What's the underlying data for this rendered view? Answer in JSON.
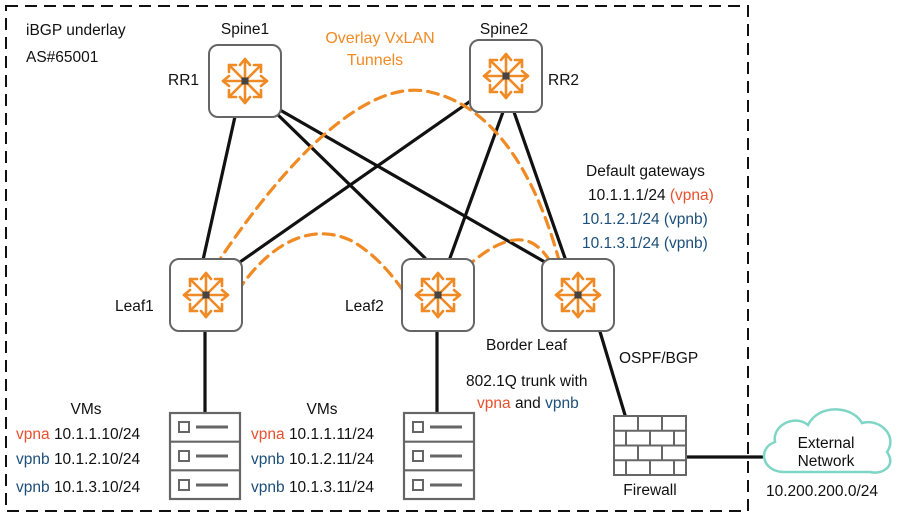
{
  "underlay": {
    "line1": "iBGP underlay",
    "line2": "AS#65001"
  },
  "overlay_label": {
    "line1": "Overlay VxLAN",
    "line2": "Tunnels"
  },
  "spine1": {
    "name": "Spine1",
    "role": "RR1"
  },
  "spine2": {
    "name": "Spine2",
    "role": "RR2"
  },
  "leaf1": {
    "name": "Leaf1"
  },
  "leaf2": {
    "name": "Leaf2"
  },
  "border_leaf": {
    "name": "Border Leaf"
  },
  "gateways": {
    "title": "Default gateways",
    "items": [
      {
        "ip": "10.1.1.1/24",
        "vpn": "(vpna)"
      },
      {
        "ip": "10.1.2.1/24",
        "vpn": "(vpnb)"
      },
      {
        "ip": "10.1.3.1/24",
        "vpn": "(vpnb)"
      }
    ]
  },
  "ospf_label": "OSPF/BGP",
  "trunk": {
    "line1": "802.1Q trunk with",
    "vpna": "vpna",
    "and": "and",
    "vpnb": "vpnb"
  },
  "vms_left": {
    "title": "VMs",
    "rows": [
      {
        "vpn": "vpna",
        "ip": "10.1.1.10/24"
      },
      {
        "vpn": "vpnb",
        "ip": "10.1.2.10/24"
      },
      {
        "vpn": "vpnb",
        "ip": "10.1.3.10/24"
      }
    ]
  },
  "vms_mid": {
    "title": "VMs",
    "rows": [
      {
        "vpn": "vpna",
        "ip": "10.1.1.11/24"
      },
      {
        "vpn": "vpnb",
        "ip": "10.1.2.11/24"
      },
      {
        "vpn": "vpnb",
        "ip": "10.1.3.11/24"
      }
    ]
  },
  "firewall": {
    "name": "Firewall"
  },
  "external": {
    "line1": "External",
    "line2": "Network",
    "subnet": "10.200.200.0/24"
  },
  "colors": {
    "orange": "#f08a24",
    "vpna": "#e8502e",
    "vpnb": "#1d4f7a",
    "cloud": "#7fd6c6"
  }
}
